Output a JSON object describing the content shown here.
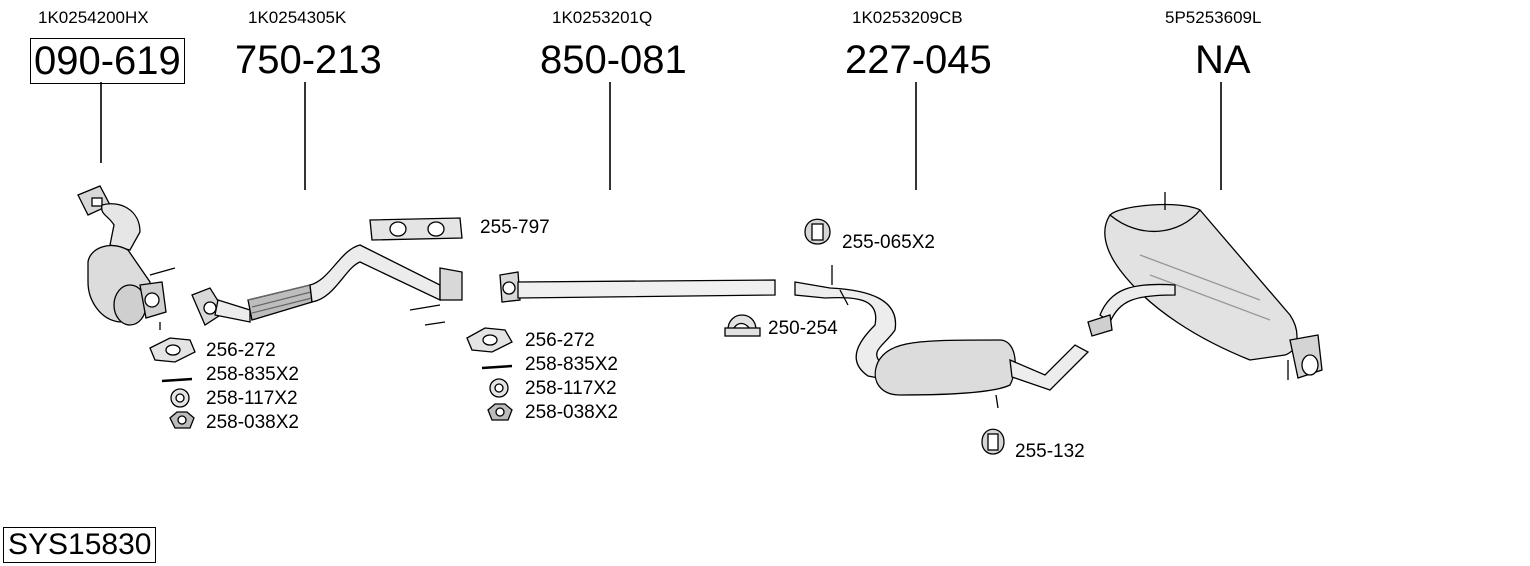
{
  "oem_numbers": [
    "1K0254200HX",
    "1K0254305K",
    "1K0253201Q",
    "1K0253209CB",
    "5P5253609L"
  ],
  "part_numbers": [
    "090-619",
    "750-213",
    "850-081",
    "227-045",
    "NA"
  ],
  "accessory_labels": {
    "left": [
      "256-272",
      "258-835X2",
      "258-117X2",
      "258-038X2"
    ],
    "middle": [
      "256-272",
      "258-835X2",
      "258-117X2",
      "258-038X2"
    ],
    "gasket_top": "255-797",
    "clamp": "250-254",
    "hanger_top": "255-065X2",
    "hanger_bottom": "255-132"
  },
  "system_code": "SYS15830"
}
